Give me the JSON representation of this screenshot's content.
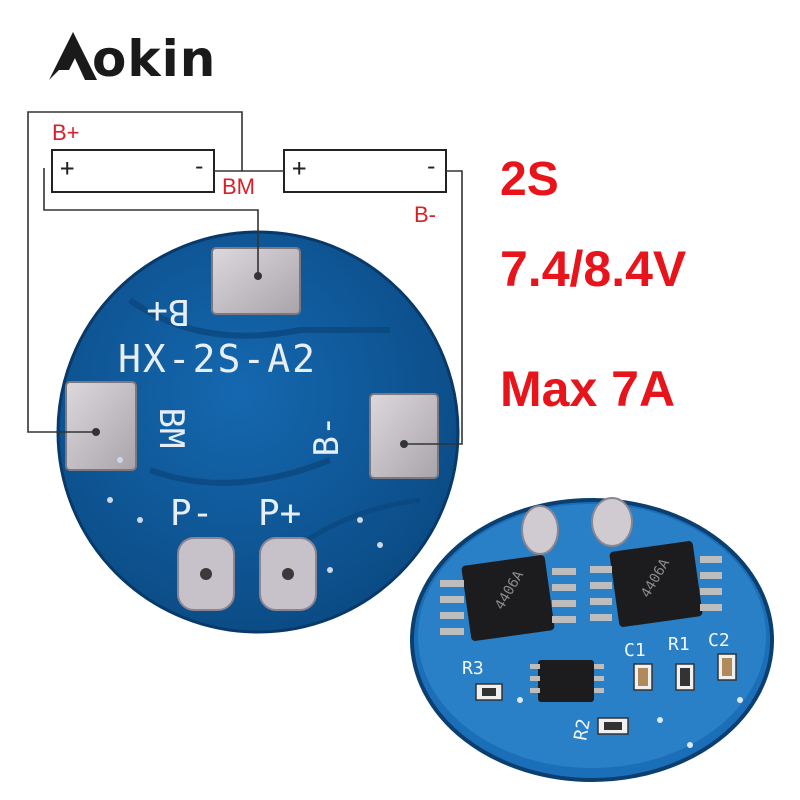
{
  "brand": {
    "name": "okin",
    "logo_letter": "A"
  },
  "diagram": {
    "label_b_plus": "B+",
    "label_bm": "BM",
    "label_b_minus": "B-",
    "cell1": {
      "plus": "+",
      "minus": "-"
    },
    "cell2": {
      "plus": "+",
      "minus": "-"
    }
  },
  "specs": {
    "cells": "2S",
    "voltage": "7.4/8.4V",
    "current": "Max 7A"
  },
  "board_front": {
    "model": "HX-2S-A2",
    "pad_b_plus": "B+",
    "pad_bm": "BM",
    "pad_b_minus": "B-",
    "pad_p_minus": "P-",
    "pad_p_plus": "P+"
  },
  "board_back": {
    "labels": [
      "R3",
      "C1",
      "R1",
      "C2",
      "R2"
    ],
    "chip_text": "4406A"
  },
  "colors": {
    "pcb": "#0e5a9a",
    "pcb_dark": "#0a3f70",
    "pad": "#c8c4c8",
    "wire": "#3a3a3a",
    "accent": "#e8141c"
  }
}
